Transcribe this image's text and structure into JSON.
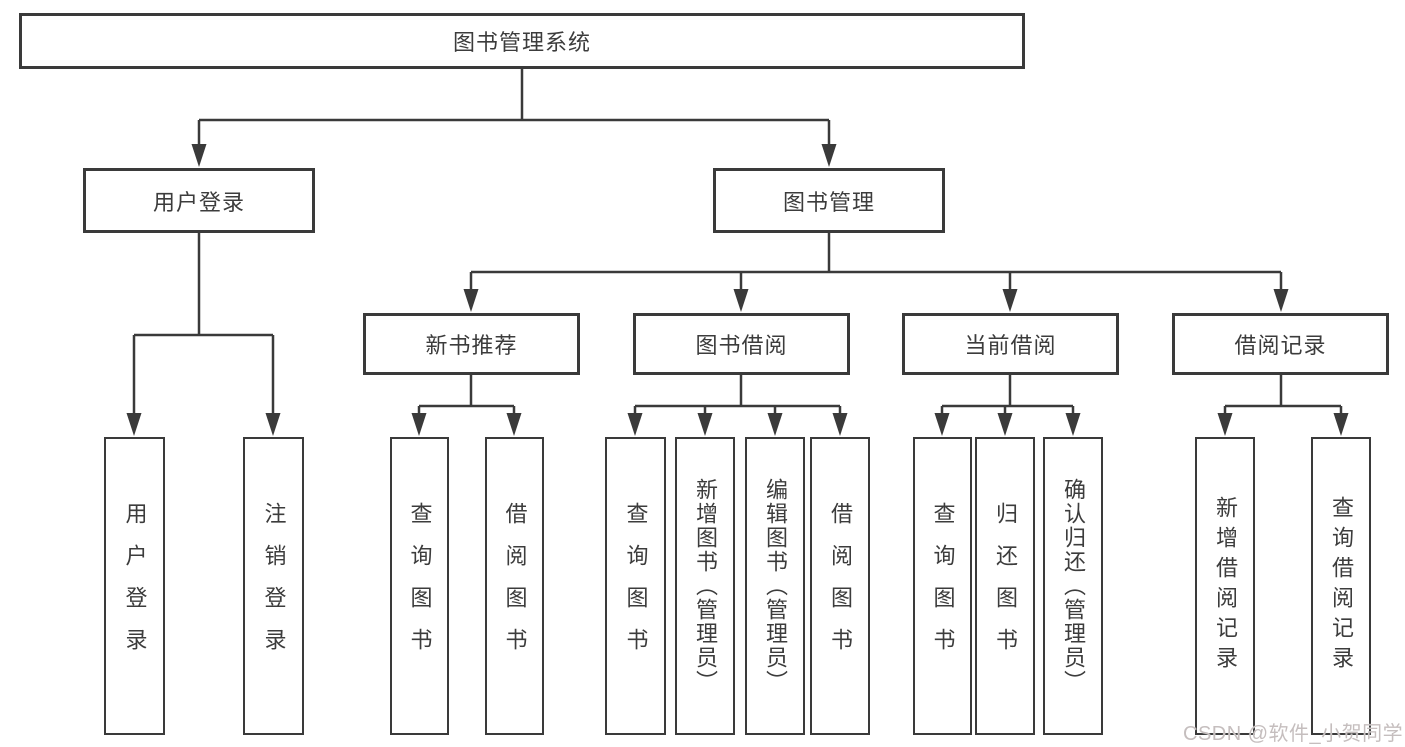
{
  "diagram_type": "function-structure-tree",
  "tree": {
    "label": "图书管理系统",
    "children": [
      {
        "label": "用户登录",
        "children": [
          {
            "label": "用户登录"
          },
          {
            "label": "注销登录"
          }
        ]
      },
      {
        "label": "图书管理",
        "children": [
          {
            "label": "新书推荐",
            "children": [
              {
                "label": "查询图书"
              },
              {
                "label": "借阅图书"
              }
            ]
          },
          {
            "label": "图书借阅",
            "children": [
              {
                "label": "查询图书"
              },
              {
                "label": "新增图书（管理员）"
              },
              {
                "label": "编辑图书（管理员）"
              },
              {
                "label": "借阅图书"
              }
            ]
          },
          {
            "label": "当前借阅",
            "children": [
              {
                "label": "查询图书"
              },
              {
                "label": "归还图书"
              },
              {
                "label": "确认归还（管理员）"
              }
            ]
          },
          {
            "label": "借阅记录",
            "children": [
              {
                "label": "新增借阅记录"
              },
              {
                "label": "查询借阅记录"
              }
            ]
          }
        ]
      }
    ]
  },
  "watermark": {
    "text": "CSDN @软件_小贺同学"
  },
  "colors": {
    "line": "#3a3a3a",
    "text": "#3c3c3c",
    "box_background": "#ffffff",
    "watermark": "#c5bebe"
  }
}
